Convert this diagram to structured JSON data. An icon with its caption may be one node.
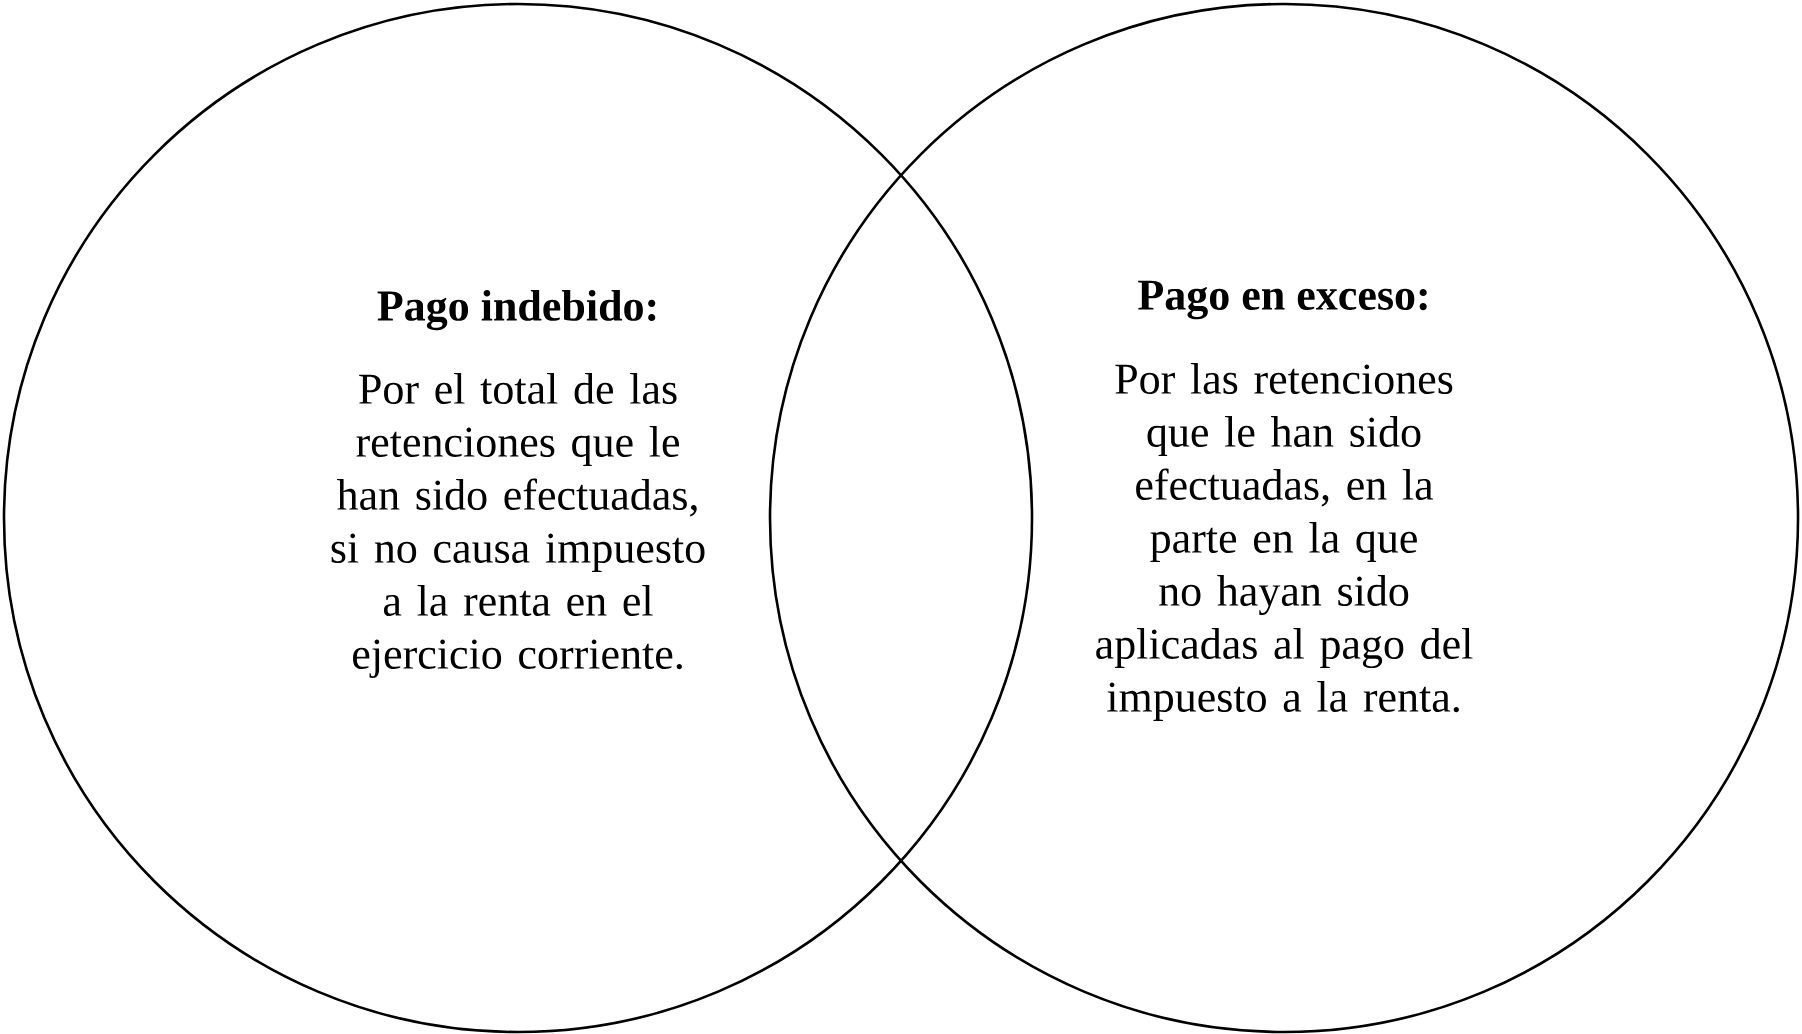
{
  "diagram": {
    "nodes": [
      {
        "text": [
          "Pago indebido:",
          "Por el total de las retenciones que le han sido efectuadas, si no causa impuesto a la renta en el ejercicio corriente."
        ]
      },
      {
        "text": [
          "Pago en exceso:",
          "Por las retenciones que le han sido efectuadas, en la parte en la que no hayan sido aplicadas al pago del impuesto a la renta."
        ]
      }
    ]
  }
}
